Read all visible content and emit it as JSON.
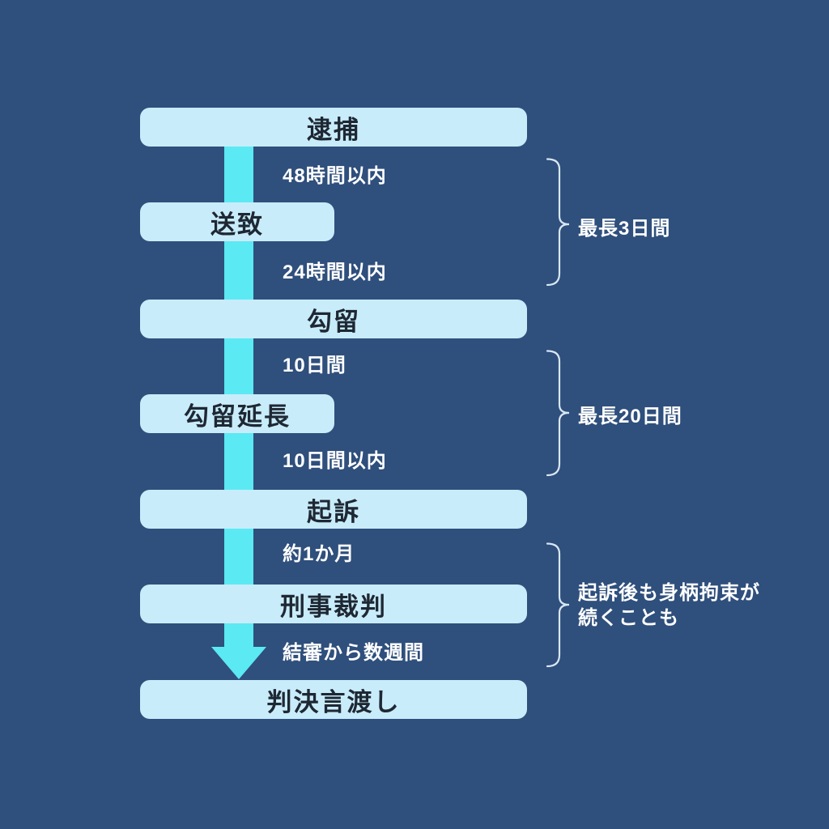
{
  "diagram": {
    "title": "criminal-procedure-flow",
    "steps": [
      {
        "label": "逮捕",
        "size": "wide"
      },
      {
        "label": "送致",
        "size": "narrow"
      },
      {
        "label": "勾留",
        "size": "wide"
      },
      {
        "label": "勾留延長",
        "size": "narrow"
      },
      {
        "label": "起訴",
        "size": "wide"
      },
      {
        "label": "刑事裁判",
        "size": "wide"
      },
      {
        "label": "判決言渡し",
        "size": "wide"
      }
    ],
    "intervals": [
      {
        "text": "48時間以内"
      },
      {
        "text": "24時間以内"
      },
      {
        "text": "10日間"
      },
      {
        "text": "10日間以内"
      },
      {
        "text": "約1か月"
      },
      {
        "text": "結審から数週間"
      }
    ],
    "annotations": [
      {
        "text": "最長3日間",
        "lines": [
          "最長3日間"
        ]
      },
      {
        "text": "最長20日間",
        "lines": [
          "最長20日間"
        ]
      },
      {
        "text": "起訴後も身柄拘束が続くことも",
        "lines": [
          "起訴後も身柄拘束が",
          "続くことも"
        ]
      }
    ],
    "colors": {
      "background": "#2F4F7C",
      "box_fill": "#C9ECFB",
      "box_text": "#1E2833",
      "arrow": "#5BE9F3",
      "label_text": "#FFFFFF",
      "brace_stroke": "#D8E7F4"
    }
  }
}
